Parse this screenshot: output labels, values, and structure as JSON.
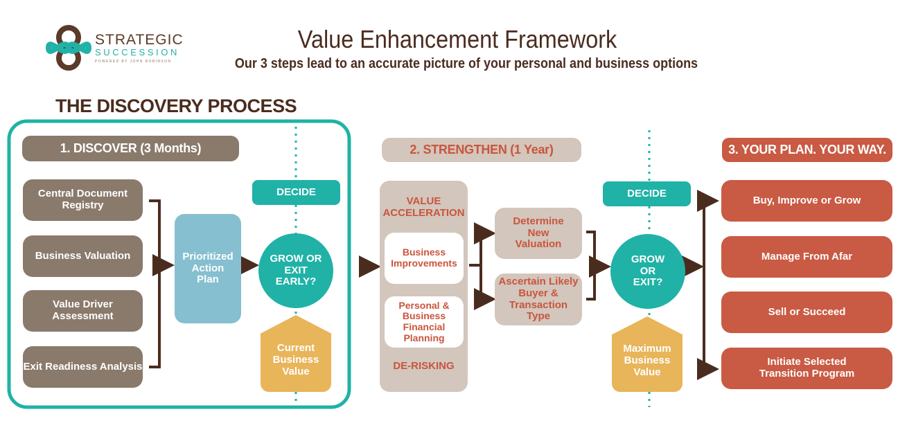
{
  "brand": {
    "name_line1": "STRATEGIC",
    "name_line2": "SUCCESSION",
    "tagline": "POWERED BY JOHN ROBINSON",
    "colors": {
      "teal": "#20b2a6",
      "brown": "#5a3a28"
    }
  },
  "header": {
    "title": "Value Enhancement Framework",
    "subtitle": "Our 3 steps lead to an accurate picture of your personal and business options"
  },
  "discovery": {
    "heading": "THE DISCOVERY PROCESS",
    "step_label": "1. DISCOVER (3 Months)",
    "items": [
      "Central Document Registry",
      "Business Valuation",
      "Value Driver Assessment",
      "Exit Readiness Analysis"
    ],
    "action_plan": "Prioritized Action Plan",
    "decide": "DECIDE",
    "decision": "GROW OR EXIT EARLY?",
    "result": "Current Business Value"
  },
  "strengthen": {
    "step_label": "2. STRENGTHEN (1 Year)",
    "top_label": "VALUE ACCELERATION",
    "items": [
      "Business Improvements",
      "Personal & Business Financial Planning"
    ],
    "bottom_label": "DE-RISKING",
    "outcomes": [
      "Determine New Valuation",
      "Ascertain Likely Buyer & Transaction Type"
    ],
    "decide": "DECIDE",
    "decision": "GROW OR EXIT?",
    "result": "Maximum Business Value"
  },
  "plan": {
    "step_label": "3. YOUR PLAN. YOUR WAY.",
    "options": [
      "Buy, Improve or Grow",
      "Manage From Afar",
      "Sell or Succeed",
      "Initiate Selected Transition Program"
    ]
  },
  "colors": {
    "teal": "#20b2a6",
    "brown_box": "#8a7a6b",
    "light_box": "#d3c6bc",
    "red_box": "#c95a43",
    "blue_box": "#86bfcf",
    "gold_box": "#e8b55a",
    "dark_brown": "#4a2c1e"
  }
}
